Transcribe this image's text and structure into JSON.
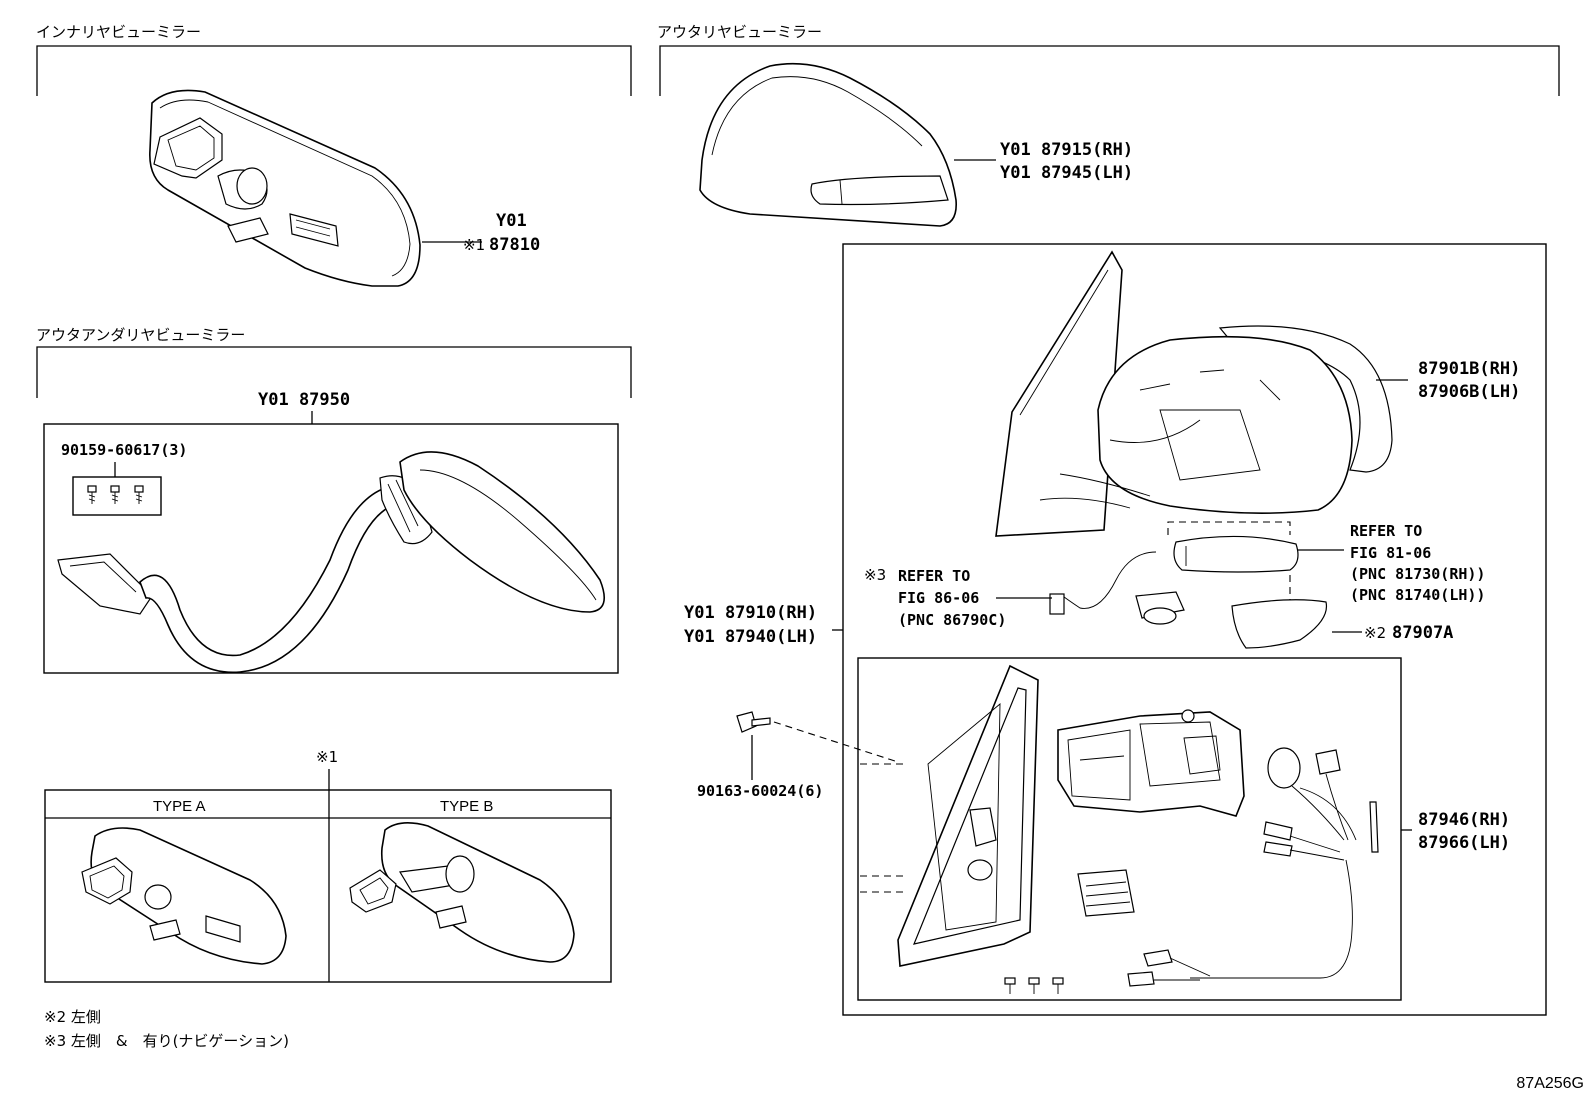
{
  "sections": {
    "inner_mirror": {
      "title": "インナリヤビューミラー",
      "part_prefix": "Y01",
      "part_note": "※1",
      "part_no": "87810"
    },
    "outer_under_mirror": {
      "title": "アウタアンダリヤビューミラー",
      "assy_no": "Y01 87950",
      "screw_no": "90159-60617(3)"
    },
    "type_table": {
      "note": "※1",
      "type_a": "TYPE A",
      "type_b": "TYPE B"
    },
    "outer_mirror": {
      "title": "アウタリヤビューミラー",
      "cover_rh": "Y01 87915(RH)",
      "cover_lh": "Y01 87945(LH)",
      "assy_rh": "Y01 87910(RH)",
      "assy_lh": "Y01 87940(LH)",
      "bolt_no": "90163-60024(6)",
      "housing_rh": "87901B(RH)",
      "housing_lh": "87906B(LH)",
      "refer3_mark": "※3",
      "refer3_line1": "REFER TO",
      "refer3_line2": "FIG 86-06",
      "refer3_line3": "(PNC 86790C)",
      "refer_line1": "REFER TO",
      "refer_line2": "FIG 81-06",
      "refer_line3": "(PNC 81730(RH))",
      "refer_line4": "(PNC 81740(LH))",
      "lamp_cover_mark": "※2",
      "lamp_cover_no": "87907A",
      "motor_rh": "87946(RH)",
      "motor_lh": "87966(LH)"
    }
  },
  "notes": {
    "note2": "※2 左側",
    "note3": "※3 左側　&　有り(ナビゲーション)"
  },
  "figure_id": "87A256G"
}
